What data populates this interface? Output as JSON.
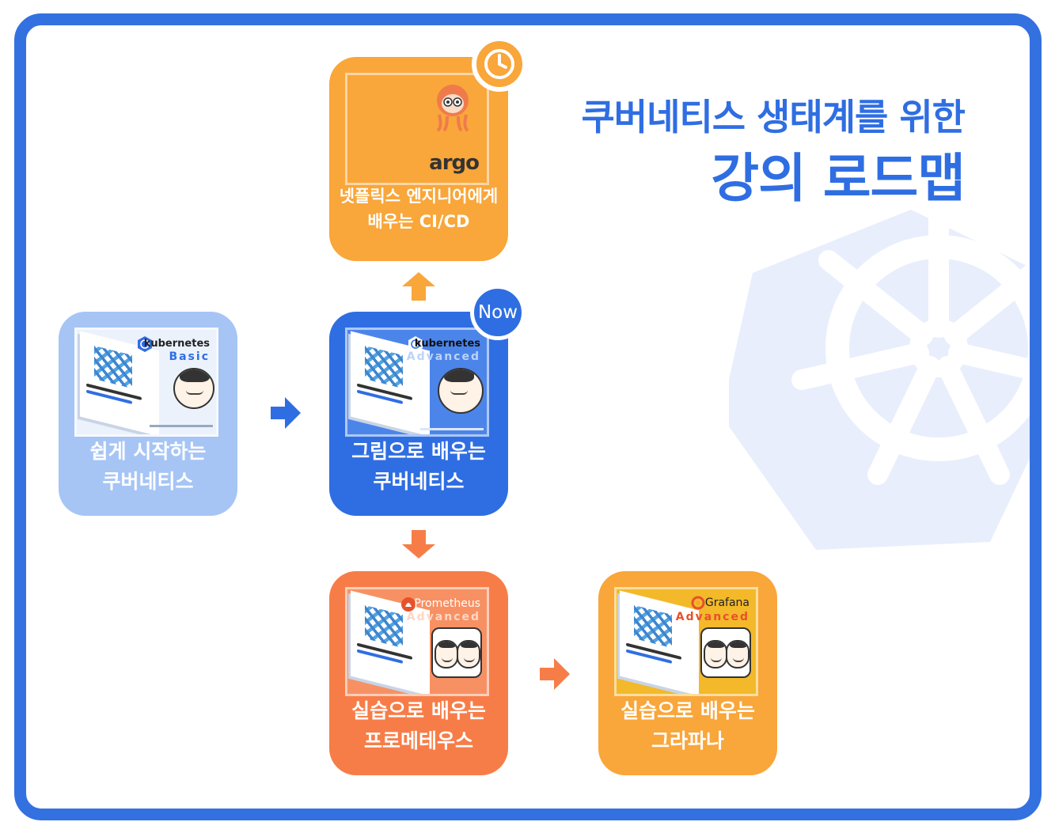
{
  "title": {
    "line1": "쿠버네티스 생태계를 위한",
    "line2": "강의 로드맵"
  },
  "courses": {
    "basic": {
      "label_line1": "쉽게 시작하는",
      "label_line2": "쿠버네티스",
      "brand": "kubernetes",
      "brand_sub": "Basic",
      "color": "#a6c5f5"
    },
    "advanced": {
      "label_line1": "그림으로 배우는",
      "label_line2": "쿠버네티스",
      "brand": "kubernetes",
      "brand_sub": "Advanced",
      "badge": "Now",
      "color": "#2f6ee2"
    },
    "argo": {
      "label_line1": "넷플릭스 엔지니어에게",
      "label_line2": "배우는 CI/CD",
      "logo_text": "argo",
      "color": "#f9a63a"
    },
    "prometheus": {
      "label_line1": "실습으로 배우는",
      "label_line2": "프로메테우스",
      "brand": "Prometheus",
      "brand_sub": "Advanced",
      "color": "#f77d48"
    },
    "grafana": {
      "label_line1": "실습으로 배우는",
      "label_line2": "그라파나",
      "brand": "Grafana",
      "brand_sub": "Advanced",
      "color": "#f9a63a"
    }
  },
  "icons": {
    "clock": "clock-icon",
    "wheel": "kubernetes-wheel-icon"
  },
  "colors": {
    "frame": "#3471e0",
    "arrow_blue": "#2f6ee2",
    "arrow_orange": "#f9a63a",
    "arrow_red": "#f77d48",
    "watermark": "#e8eefb"
  }
}
